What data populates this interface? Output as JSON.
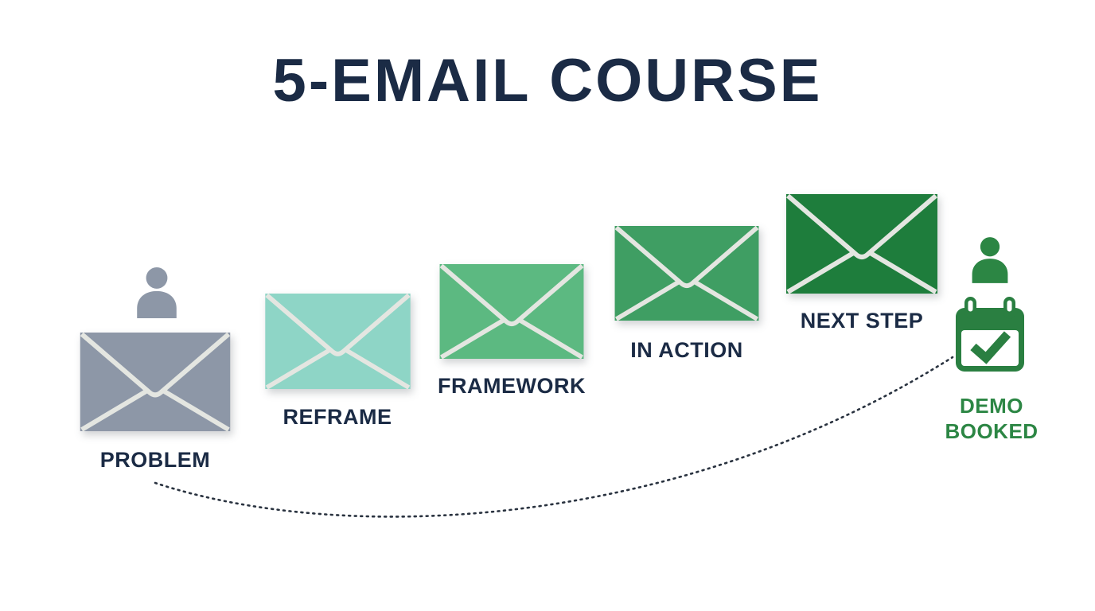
{
  "title": "5-EMAIL COURSE",
  "colors": {
    "navy_text": "#1b2b45",
    "green_text": "#2c8644",
    "calendar_green": "#2a7f41",
    "envelope_stroke": "#e4e6e1",
    "dotted_line": "#29323f",
    "sender_grey": "#8d97a7"
  },
  "steps": [
    {
      "label": "PROBLEM",
      "icon": "envelope-icon",
      "color": "#8d97a7"
    },
    {
      "label": "REFRAME",
      "icon": "envelope-icon",
      "color": "#8ed5c6"
    },
    {
      "label": "FRAMEWORK",
      "icon": "envelope-icon",
      "color": "#5cb981"
    },
    {
      "label": "IN ACTION",
      "icon": "envelope-icon",
      "color": "#3f9e63"
    },
    {
      "label": "NEXT STEP",
      "icon": "envelope-icon",
      "color": "#1e7d3c"
    }
  ],
  "sender": {
    "icon": "person-icon",
    "color": "#8d97a7"
  },
  "outcome": {
    "label_line1": "DEMO",
    "label_line2": "BOOKED",
    "person_icon": "person-icon",
    "calendar_icon": "calendar-check-icon",
    "color": "#2c8644"
  }
}
